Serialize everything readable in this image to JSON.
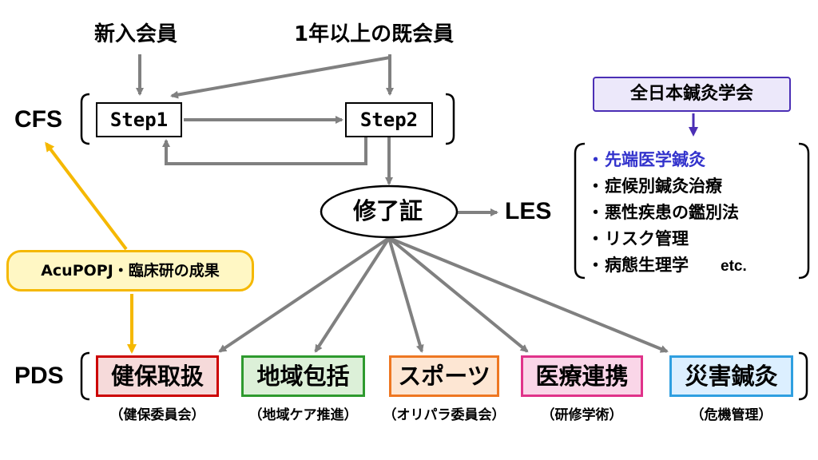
{
  "labels": {
    "new_member": "新入会員",
    "existing_member": "1年以上の既会員",
    "cfs": "CFS",
    "les": "LES",
    "pds": "PDS"
  },
  "steps": {
    "step1": "Step1",
    "step2": "Step2"
  },
  "certificate": "修了証",
  "society_box": "全日本鍼灸学会",
  "acupopj_box": "AcuPOPJ・臨床研の成果",
  "les_items": [
    {
      "bullet": "・",
      "text": "先端医学鍼灸",
      "color": "#3333cc"
    },
    {
      "bullet": "・",
      "text": "症候別鍼灸治療",
      "color": "#000000"
    },
    {
      "bullet": "・",
      "text": "悪性疾患の鑑別法",
      "color": "#000000"
    },
    {
      "bullet": "・",
      "text": "リスク管理",
      "color": "#000000"
    },
    {
      "bullet": "・",
      "text": "病態生理学",
      "color": "#000000",
      "suffix": "etc."
    }
  ],
  "pds_items": [
    {
      "label": "健保取扱",
      "sub": "（健保委員会）",
      "border": "#cc0000",
      "fill": "#f6dada"
    },
    {
      "label": "地域包括",
      "sub": "（地域ケア推進）",
      "border": "#2e9a2e",
      "fill": "#dcf0d8"
    },
    {
      "label": "スポーツ",
      "sub": "（オリパラ委員会）",
      "border": "#ee7722",
      "fill": "#fde6d3"
    },
    {
      "label": "医療連携",
      "sub": "（研修学術）",
      "border": "#e0338a",
      "fill": "#fad6e8"
    },
    {
      "label": "災害鍼灸",
      "sub": "（危機管理）",
      "border": "#2f9fe0",
      "fill": "#dcefff"
    }
  ],
  "colors": {
    "arrow_gray": "#808080",
    "arrow_gold": "#f5b800",
    "society_border": "#4b2fb5",
    "society_fill": "#ece8fa",
    "acupopj_border": "#f5b800",
    "acupopj_fill": "#fff7c4"
  }
}
